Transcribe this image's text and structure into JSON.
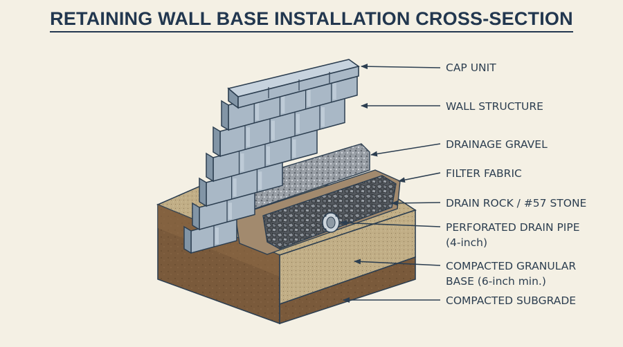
{
  "title": "RETAINING WALL BASE INSTALLATION CROSS-SECTION",
  "labels": [
    {
      "id": "cap-unit",
      "lines": [
        "CAP UNIT"
      ]
    },
    {
      "id": "wall-structure",
      "lines": [
        "WALL STRUCTURE"
      ]
    },
    {
      "id": "drainage-gravel",
      "lines": [
        "DRAINAGE GRAVEL"
      ]
    },
    {
      "id": "filter-fabric",
      "lines": [
        "FILTER FABRIC"
      ]
    },
    {
      "id": "drain-rock",
      "lines": [
        "DRAIN ROCK / #57 STONE"
      ]
    },
    {
      "id": "perforated-drain-pipe",
      "lines": [
        "PERFORATED DRAIN PIPE",
        "(4-inch)"
      ]
    },
    {
      "id": "compacted-granular-base",
      "lines": [
        "COMPACTED GRANULAR",
        "BASE (6-inch min.)"
      ]
    },
    {
      "id": "compacted-subgrade",
      "lines": [
        "COMPACTED SUBGRADE"
      ]
    }
  ],
  "colors": {
    "background": "#f4f0e4",
    "title": "#22374f",
    "block": "#a9b8c6",
    "block_top": "#c7d3de",
    "block_side": "#8295a6",
    "gravel": "#8c9198",
    "drain_rock": "#4d5258",
    "fabric": "#a28a6e",
    "granular_base": "#c4b28a",
    "subgrade": "#7a5a3b",
    "outline": "#2c3e50"
  }
}
